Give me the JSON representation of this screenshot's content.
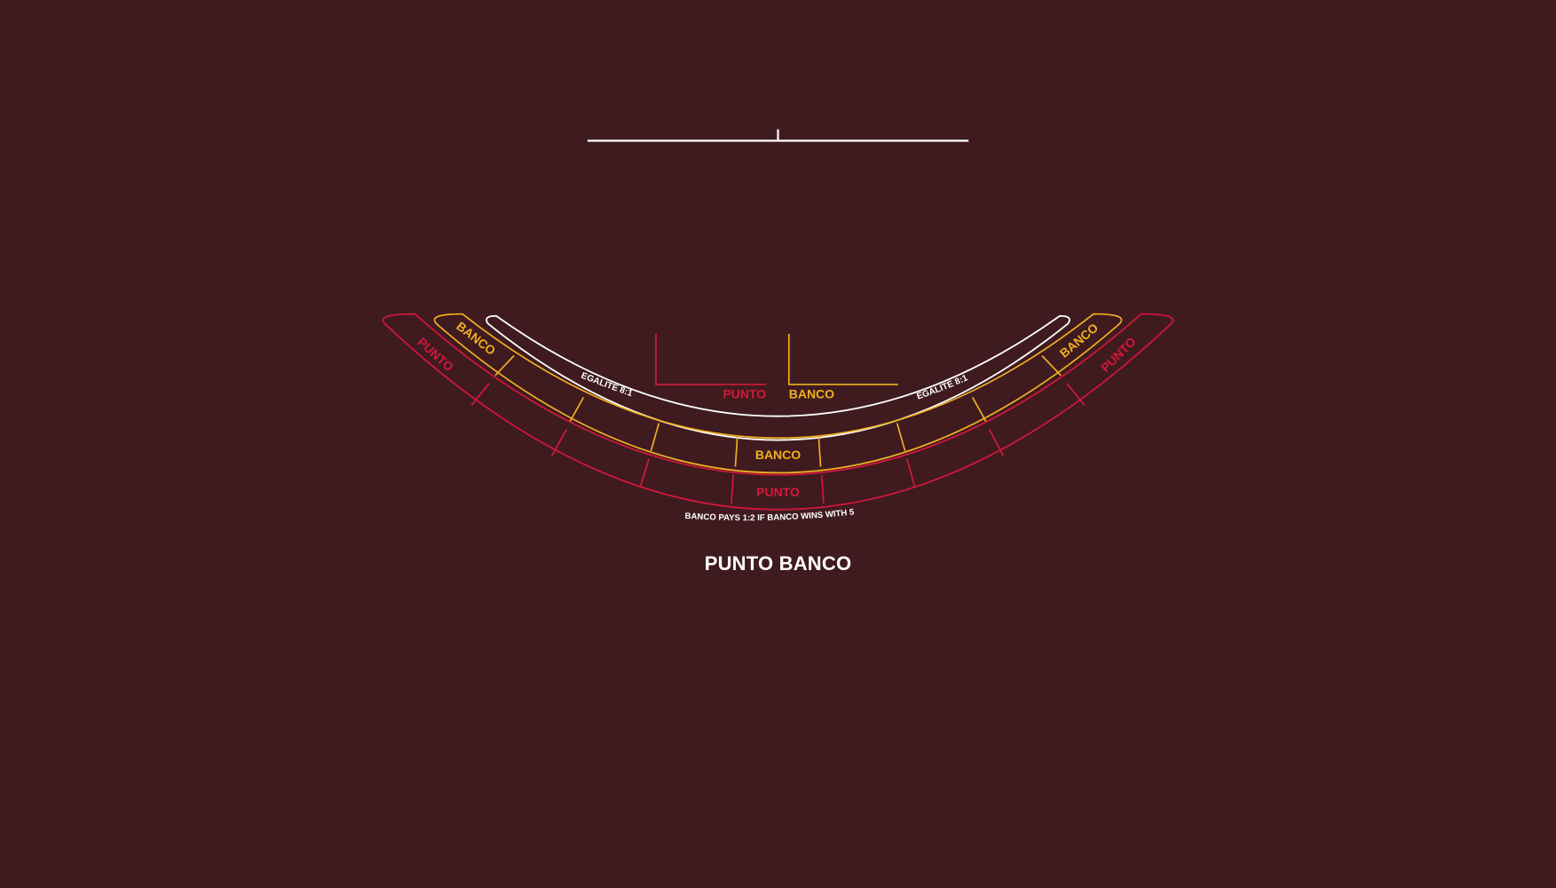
{
  "table": {
    "name": "PUNTO BANCO",
    "colors": {
      "background": "#3f1b1f",
      "punto": "#d6173a",
      "banco": "#f0b020",
      "tie": "#ffffff"
    },
    "dealer_area": {
      "punto_label": "PUNTO",
      "banco_label": "BANCO"
    },
    "tie_band": {
      "left_label": "EGALITÉ  8:1",
      "right_label": "EGALITÉ  8:1"
    },
    "banco_band": {
      "left_tip_label": "BANCO",
      "right_tip_label": "BANCO",
      "center_label": "BANCO"
    },
    "punto_band": {
      "left_tip_label": "PUNTO",
      "right_tip_label": "PUNTO",
      "center_label": "PUNTO"
    },
    "rule_text": "BANCO PAYS 1:2 IF BANCO WINS WITH 5",
    "title": "PUNTO BANCO"
  }
}
